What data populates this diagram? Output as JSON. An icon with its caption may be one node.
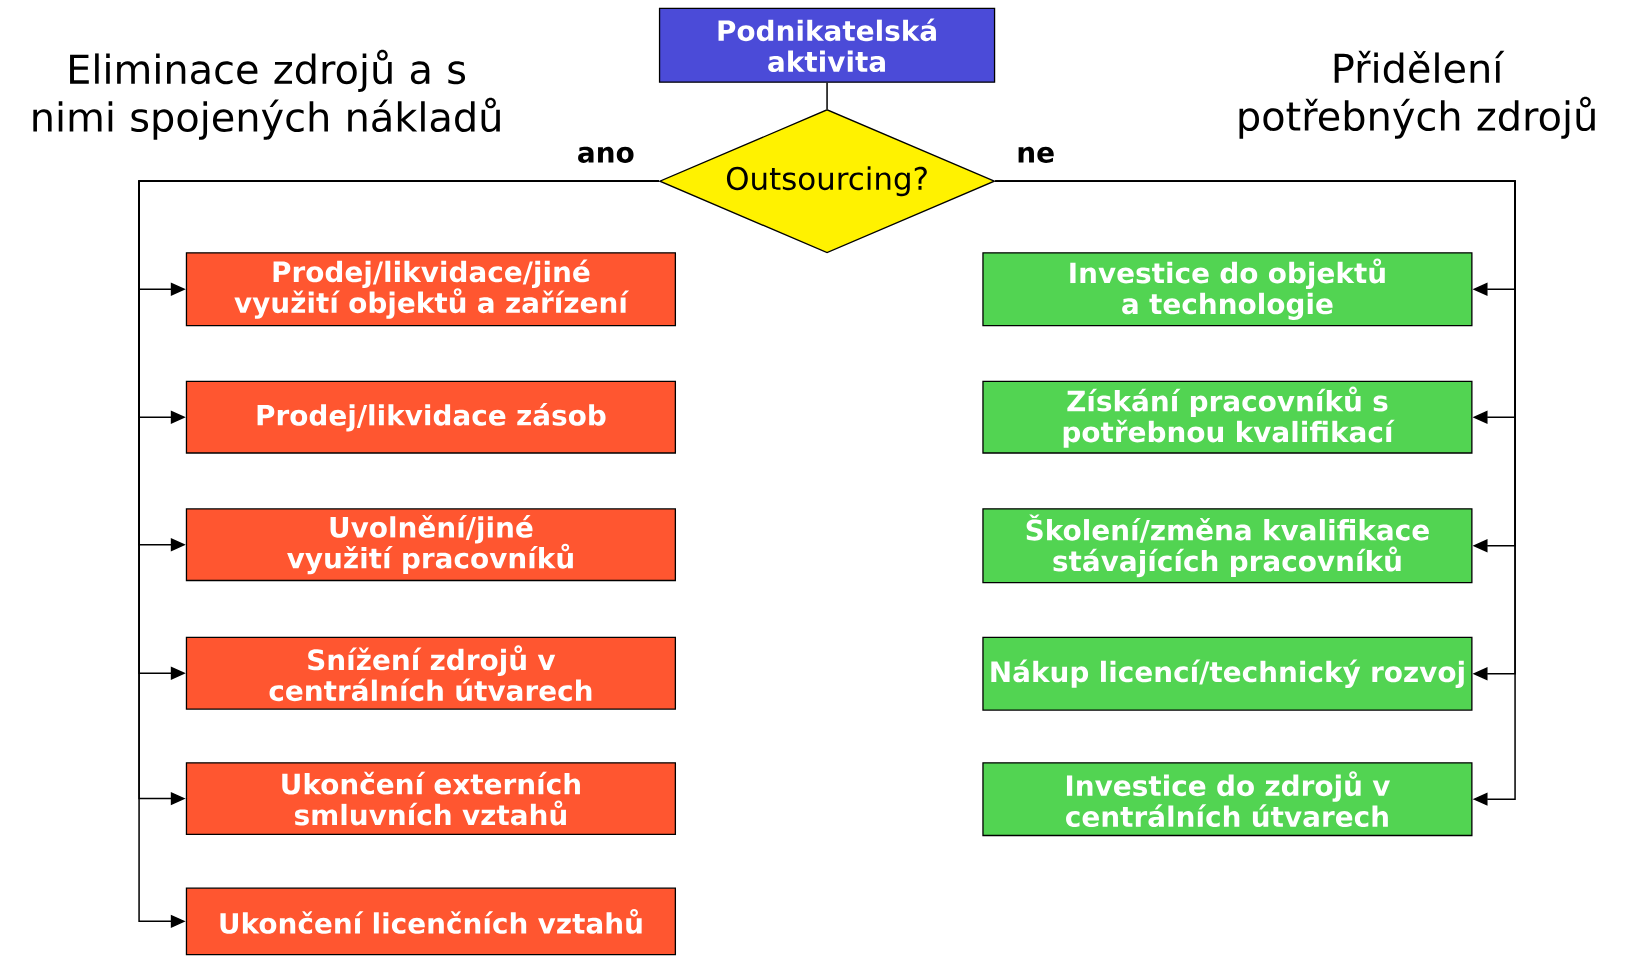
{
  "diagram": {
    "nodes": [
      {
        "text": [
          "Podnikatelská aktivita"
        ]
      },
      {
        "text": [
          "Outsourcing?"
        ]
      },
      {
        "text": [
          "Prodej/likvidace/jiné využití objektů a zařízení"
        ]
      },
      {
        "text": [
          "Prodej/likvidace zásob"
        ]
      },
      {
        "text": [
          "Uvolnění/jiné využití pracovníků"
        ]
      },
      {
        "text": [
          "Snížení zdrojů v centrálních útvarech"
        ]
      },
      {
        "text": [
          "Ukončení externích smluvních vztahů"
        ]
      },
      {
        "text": [
          "Ukončení licenčních vztahů"
        ]
      },
      {
        "text": [
          "Investice do objektů a technologie"
        ]
      },
      {
        "text": [
          "Získání pracovníků s potřebnou kvalifikací"
        ]
      },
      {
        "text": [
          "Školení/změna kvalifikace stávajících pracovníků"
        ]
      },
      {
        "text": [
          "Nákup licencí/technický rozvoj"
        ]
      },
      {
        "text": [
          "Investice do zdrojů v centrálních útvarech"
        ]
      }
    ],
    "edges": [
      {
        "from": 0,
        "to": 1,
        "arrow": "none"
      },
      {
        "from": 1,
        "to": 2,
        "arrow": "to",
        "label": "ano"
      },
      {
        "from": 1,
        "to": 3,
        "arrow": "to"
      },
      {
        "from": 1,
        "to": 4,
        "arrow": "to"
      },
      {
        "from": 1,
        "to": 5,
        "arrow": "to"
      },
      {
        "from": 1,
        "to": 6,
        "arrow": "to"
      },
      {
        "from": 1,
        "to": 7,
        "arrow": "to"
      },
      {
        "from": 1,
        "to": 8,
        "arrow": "to",
        "label": "ne"
      },
      {
        "from": 1,
        "to": 9,
        "arrow": "to"
      },
      {
        "from": 1,
        "to": 10,
        "arrow": "to"
      },
      {
        "from": 1,
        "to": 11,
        "arrow": "to"
      },
      {
        "from": 1,
        "to": 12,
        "arrow": "to"
      }
    ],
    "labels": [
      "Eliminace zdrojů a s nimi spojených nákladů",
      "Přidělení potřebných zdrojů"
    ]
  }
}
